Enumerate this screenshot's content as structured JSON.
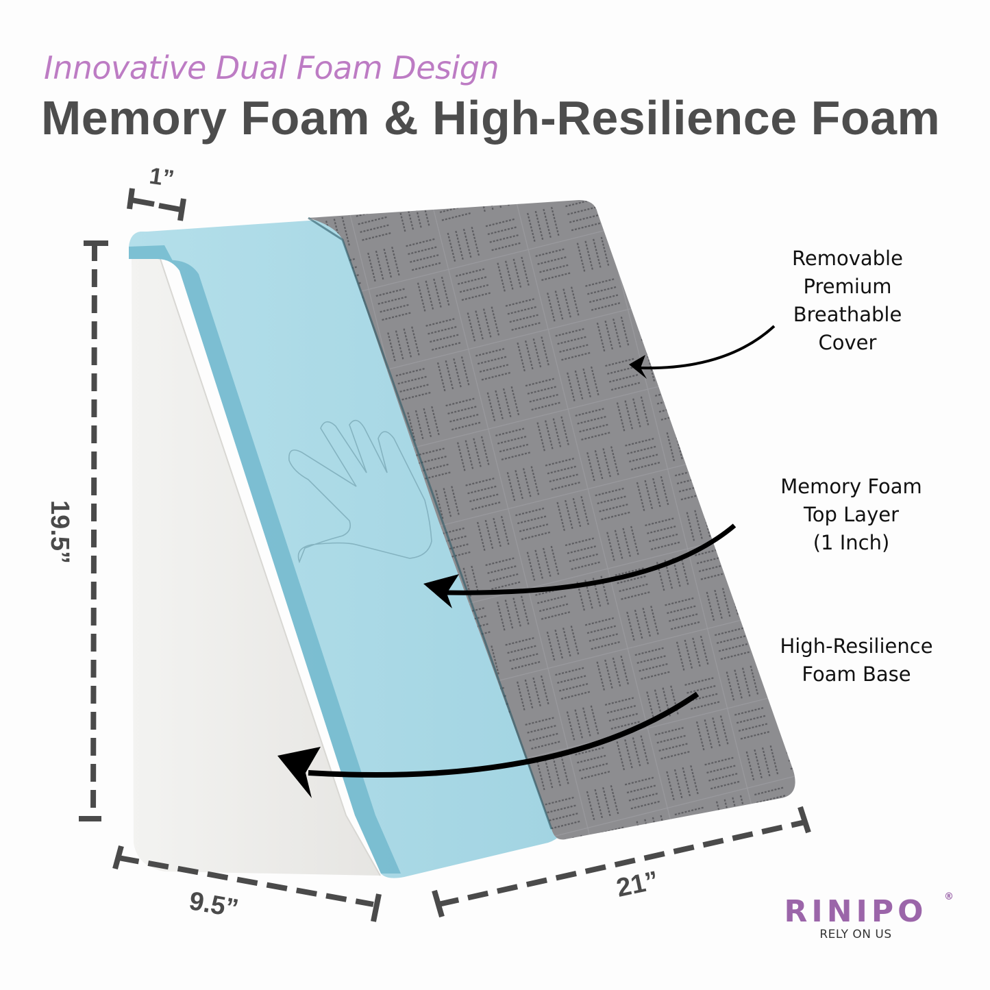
{
  "header": {
    "subtitle": "Innovative Dual Foam Design",
    "title": "Memory Foam & High-Resilience Foam"
  },
  "dimensions": {
    "thickness": "1”",
    "height": "19.5”",
    "depth": "9.5”",
    "length": "21”"
  },
  "callouts": {
    "cover": [
      "Removable",
      "Premium",
      "Breathable",
      "Cover"
    ],
    "memory_foam": [
      "Memory Foam",
      "Top Layer",
      "(1 Inch)"
    ],
    "hr_foam": [
      "High-Resilience",
      "Foam Base"
    ]
  },
  "brand": {
    "name": "RINIPO",
    "registered": "®",
    "tagline": "RELY ON US"
  },
  "colors": {
    "subtitle": "#bd7cc4",
    "title": "#4d4d4d",
    "memory_foam": "#a9d9e6",
    "memory_foam_edge": "#6db4c9",
    "base_foam": "#ecebe8",
    "cover": "#8e8e90",
    "brand": "#9b65a9",
    "dimension_lines": "#4a4a4a"
  }
}
